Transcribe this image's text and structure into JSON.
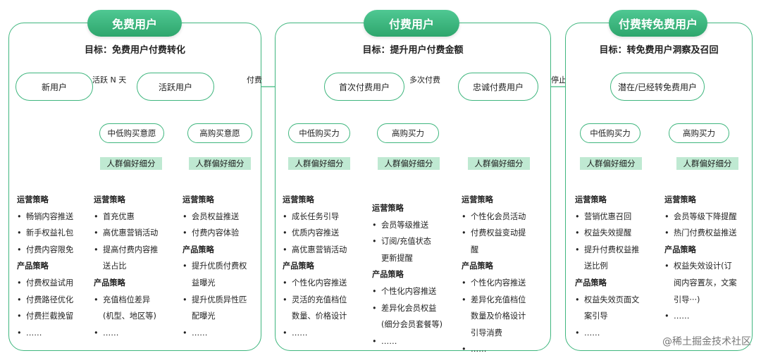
{
  "panels": [
    {
      "title": "免费用户",
      "goal": "目标：免费用户付费转化",
      "nodes": {
        "new_user": "新用户",
        "active_user": "活跃用户"
      },
      "sub": {
        "mid": "中低购买意愿",
        "high": "高购买意愿"
      },
      "segment_tag": "人群偏好细分",
      "col1": {
        "op_title": "运营策略",
        "op": [
          "畅销内容推送",
          "新手权益礼包",
          "付费内容限免"
        ],
        "prod_title": "产品策略",
        "prod": [
          "付费权益试用",
          "付费路径优化",
          "付费拦截挽留",
          "……"
        ]
      },
      "col2": {
        "op_title": "运营策略",
        "op": [
          "首充优惠",
          "高优惠营销活动",
          "提高付费内容推",
          "送占比"
        ],
        "prod_title": "产品策略",
        "prod": [
          "充值档位差异",
          "(机型、地区等)",
          "……"
        ]
      },
      "col3": {
        "op_title": "运营策略",
        "op": [
          "会员权益推送",
          "付费内容体验"
        ],
        "prod_title": "产品策略",
        "prod": [
          "提升优质付费权",
          "益曝光",
          "提升优质异性匹",
          "配曝光",
          "……"
        ]
      }
    },
    {
      "title": "付费用户",
      "goal": "目标：提升用户付费金额",
      "nodes": {
        "first_pay": "首次付费用户",
        "loyal": "忠诚付费用户"
      },
      "sub": {
        "mid": "中低购买力",
        "high": "高购买力"
      },
      "segment_tag": "人群偏好细分",
      "col1": {
        "op_title": "运营策略",
        "op": [
          "成长任务引导",
          "优质内容推送",
          "高优惠营销活动"
        ],
        "prod_title": "产品策略",
        "prod": [
          "个性化内容推送",
          "灵活的充值档位",
          "数量、价格设计",
          "……"
        ]
      },
      "col2": {
        "op_title": "运营策略",
        "op": [
          "会员等级推送",
          "订阅/充值状态",
          "更新提醒"
        ],
        "prod_title": "产品策略",
        "prod": [
          "个性化内容推送",
          "差异化会员权益",
          "(细分会员套餐等)",
          "……"
        ]
      },
      "col3": {
        "op_title": "运营策略",
        "op": [
          "个性化会员活动",
          "付费权益变动提",
          "醒"
        ],
        "prod_title": "产品策略",
        "prod": [
          "个性化内容推送",
          "差异化充值档位",
          "数量及价格设计",
          "引导消费",
          "……"
        ]
      }
    },
    {
      "title": "付费转免费用户",
      "goal": "目标：转免费用户洞察及召回",
      "nodes": {
        "lapsed": "潜在/已经转免费用户"
      },
      "sub": {
        "mid": "中低购买力",
        "high": "高购买力"
      },
      "segment_tag": "人群偏好细分",
      "col1": {
        "op_title": "运营策略",
        "op": [
          "营销优惠召回",
          "权益失效提醒",
          "提升付费权益推",
          "送比例"
        ],
        "prod_title": "产品策略",
        "prod": [
          "权益失效页面文",
          "案引导",
          "……"
        ]
      },
      "col2": {
        "op_title": "运营策略",
        "op": [
          "会员等级下降提醒",
          "热门付费权益推送"
        ],
        "prod_title": "产品策略",
        "prod": [
          "权益失效设计(订",
          "阅内容置灰，文案",
          "引导···)",
          "……"
        ]
      }
    }
  ],
  "edge_labels": {
    "active_n_days": "活跃 N 天",
    "pay": "付费",
    "multi_pay": "多次付费",
    "stop_pay_n_days": "停止付费 N 天"
  },
  "watermark": "@稀土掘金技术社区",
  "colors": {
    "accent": "#3fb67e",
    "tag_bg": "#bfe9d2"
  }
}
